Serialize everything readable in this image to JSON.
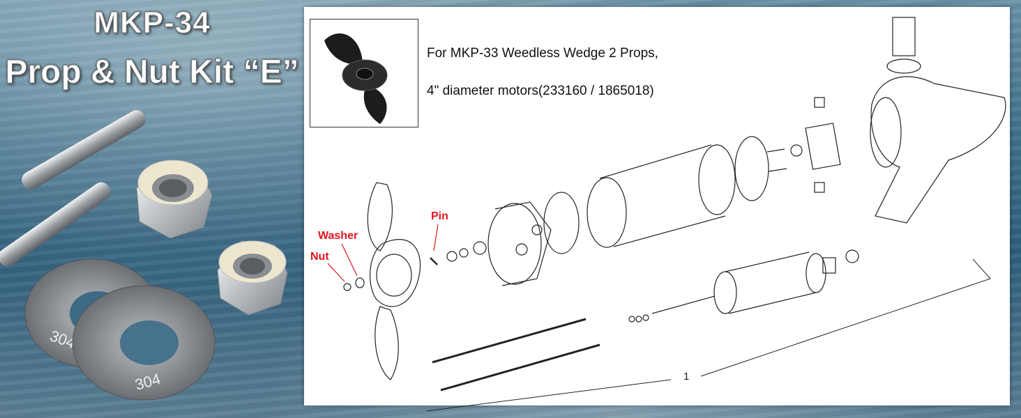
{
  "title": {
    "line1": "MKP-34",
    "line2": "Prop & Nut Kit “E”"
  },
  "description": {
    "line1": "For MKP-33 Weedless Wedge 2 Props,",
    "line2": "4\" diameter motors(233160 / 1865018)"
  },
  "callouts": {
    "pin": "Pin",
    "washer": "Washer",
    "nut": "Nut"
  },
  "diagram": {
    "part_number": "1"
  },
  "washer_stamp": "304",
  "colors": {
    "callout": "#e0161c",
    "panel": "#ffffff",
    "steel": "#c9cdd1"
  }
}
